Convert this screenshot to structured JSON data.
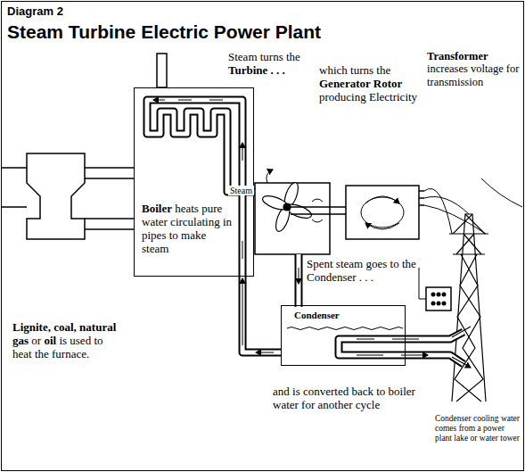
{
  "diagram": {
    "title": "Steam Turbine Electric Power Plant",
    "nodes": [
      {
        "text": [
          "Boiler",
          "heats pure water circulating in pipes to make steam"
        ]
      },
      {
        "text": [
          "Condenser"
        ]
      }
    ],
    "edges": [
      {
        "from": 1,
        "to": 0,
        "arrow": "to"
      }
    ],
    "labels": [
      "Diagram 2",
      "Steam turns the",
      "Turbine . . .",
      "which turns the",
      "Generator Rotor",
      "producing Electricity",
      "Transformer",
      "increases voltage for transmission",
      "Spent steam goes to the Condenser . . .",
      "Lignite, coal, natural gas",
      "or",
      "oil",
      "is used to heat the furnace.",
      "and is converted back to boiler water for another cycle",
      "Condenser cooling water comes from a power plant lake or water tower",
      "Steam"
    ]
  }
}
